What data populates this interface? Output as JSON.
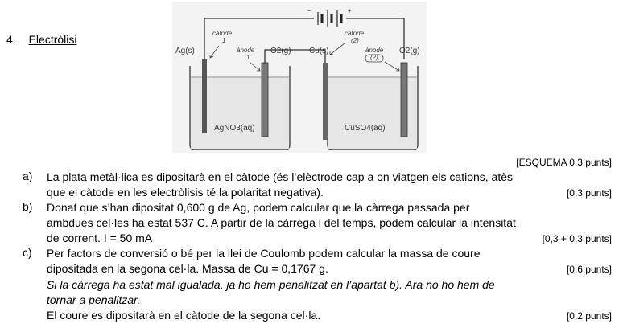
{
  "section": {
    "number": "4.",
    "title": "Electròlisi"
  },
  "figure": {
    "battery_minus": "−",
    "battery_plus": "+",
    "left_cell": {
      "electrode_left": "Ag(s)",
      "electrode_right": "O2(g)",
      "cathode_label": "càtode",
      "cathode_num": "1",
      "anode_label": "ànode",
      "anode_num": "1",
      "solution": "AgNO3(aq)"
    },
    "right_cell": {
      "electrode_left": "Cu(s)",
      "electrode_right": "O2(g)",
      "cathode_label": "càtode",
      "cathode_num": "(2)",
      "anode_label": "ànode",
      "anode_num": "(2)",
      "solution": "CuSO4(aq)"
    }
  },
  "schema_points": "[ESQUEMA 0,3 punts]",
  "items": [
    {
      "letter": "a)",
      "lines": [
        {
          "text": "La plata metàl·lica es dipositarà en el càtode (és l’elèctrode cap a on viatgen els cations, atès",
          "points": ""
        },
        {
          "text": "que el càtode en les electròlisis té la polaritat negativa).",
          "points": "[0,3 punts]"
        }
      ]
    },
    {
      "letter": "b)",
      "lines": [
        {
          "text": "Donat que s’han dipositat 0,600 g de Ag, podem calcular que la càrrega passada per",
          "points": ""
        },
        {
          "text": "ambdues cel·les ha estat 537 C. A partir de la càrrega i del temps, podem calcular la intensitat",
          "points": ""
        },
        {
          "text": "de corrent. I = 50 mA",
          "points": "[0,3 + 0,3 punts]"
        }
      ]
    },
    {
      "letter": "c)",
      "lines": [
        {
          "text": "Per factors de conversió o bé per la llei de Coulomb podem calcular la massa de coure",
          "points": ""
        },
        {
          "text": "dipositada en la segona cel·la. Massa de Cu = 0,1767 g.",
          "points": "[0,6 punts]"
        }
      ],
      "note_lines": [
        "Si la càrrega ha estat mal igualada, ja ho hem penalitzat en l’apartat b). Ara no ho hem de",
        "tornar a penalitzar."
      ],
      "final_line": {
        "text": "El coure es dipositarà en el càtode de la segona cel·la.",
        "points": "[0,2 punts]"
      }
    }
  ]
}
